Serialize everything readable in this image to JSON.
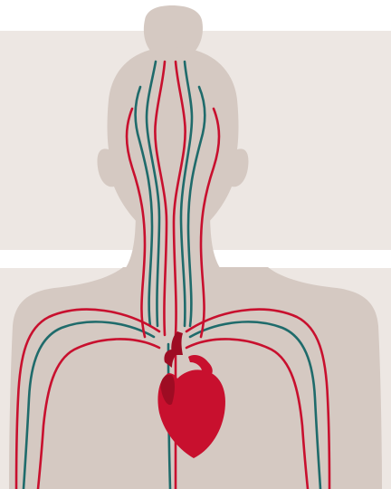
{
  "colors": {
    "page_background": "#ffffff",
    "panel_background": "#ede7e3",
    "body_silhouette": "#d5c9c2",
    "artery_red": "#c8102e",
    "vein_teal": "#1f6b6b",
    "heart_red": "#c8102e",
    "heart_dark": "#9e0c23"
  },
  "figure": {
    "subject": "human-silhouette-back-view",
    "elements": [
      "head-with-bun",
      "neck",
      "shoulders",
      "torso",
      "heart",
      "arteries",
      "veins"
    ]
  }
}
